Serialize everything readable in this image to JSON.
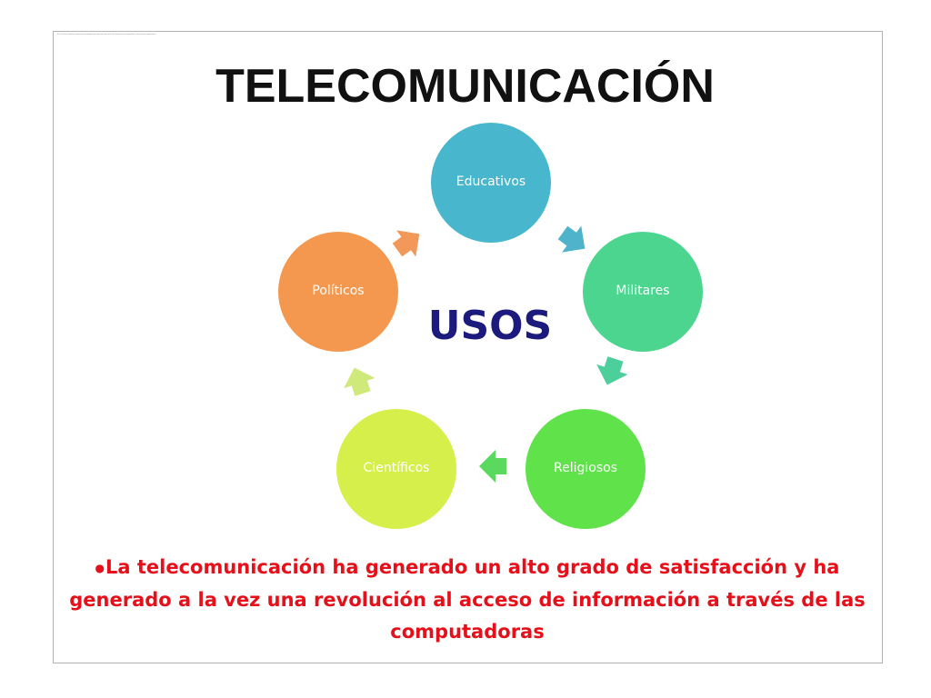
{
  "slide": {
    "fine_print": "Si el archivo contiene referencias protegidas por derechos de autor, los derechos corresponden a sus autores respectivos.",
    "title": "TELECOMUNICACIÓN",
    "center_label": "USOS",
    "nodes": [
      {
        "label": "Educativos",
        "color": "#48b6cc"
      },
      {
        "label": "Militares",
        "color": "#4bd58f"
      },
      {
        "label": "Religiosos",
        "color": "#5fe24a"
      },
      {
        "label": "Científicos",
        "color": "#d7ef4a"
      },
      {
        "label": "Políticos",
        "color": "#f4984f"
      }
    ],
    "arrow_colors": [
      "#4fb3cb",
      "#4ccf9b",
      "#5ad95e",
      "#cfe97a",
      "#f2995a"
    ],
    "caption_bullet": "●",
    "caption": "La telecomunicación ha generado un alto grado de satisfacción y ha generado a la vez una revolución al acceso de información a través de las computadoras"
  }
}
